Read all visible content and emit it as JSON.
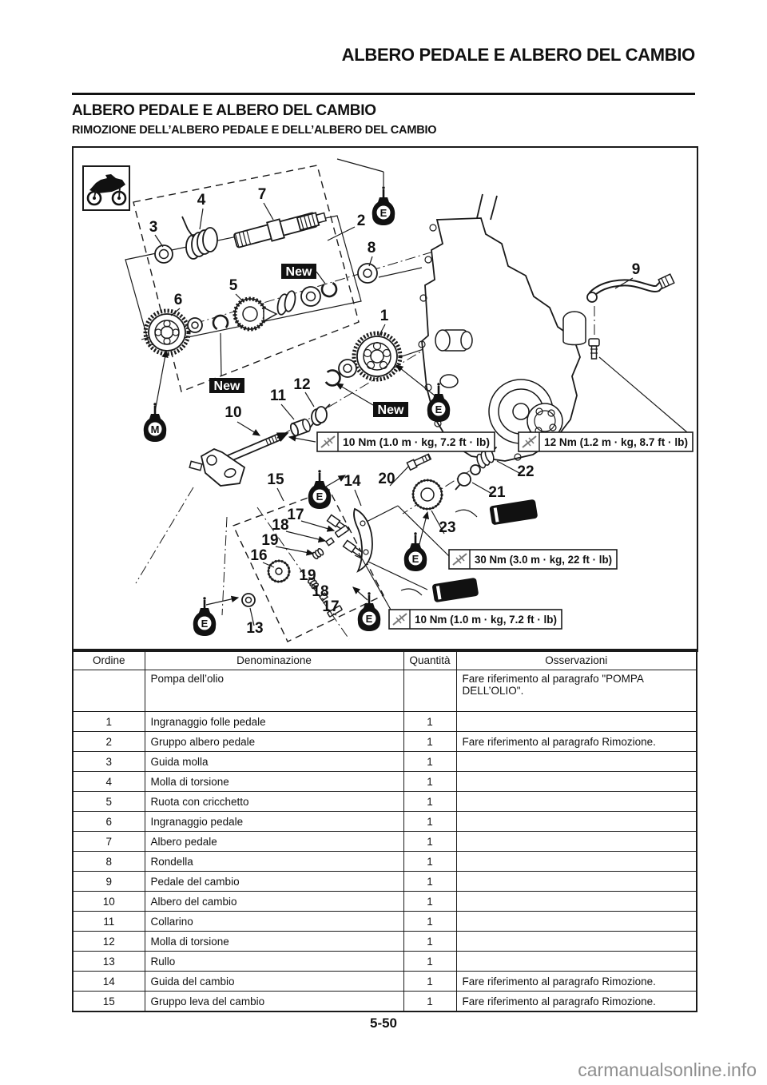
{
  "page": {
    "header_title": "ALBERO PEDALE E ALBERO DEL CAMBIO",
    "section_title": "ALBERO PEDALE E ALBERO DEL CAMBIO",
    "subsection_title": "RIMOZIONE DELL’ALBERO PEDALE E DELL’ALBERO DEL CAMBIO",
    "page_number": "5-50",
    "watermark": "carmanualsonline.info"
  },
  "diagram": {
    "part_numbers": [
      "3",
      "4",
      "7",
      "2",
      "8",
      "9",
      "5",
      "6",
      "1",
      "12",
      "11",
      "10",
      "15",
      "14",
      "20",
      "22",
      "21",
      "23",
      "17",
      "18",
      "19",
      "16",
      "19",
      "18",
      "17",
      "13"
    ],
    "new_labels": [
      "New",
      "New",
      "New"
    ],
    "oil_bottles": [
      {
        "letter": "E"
      },
      {
        "letter": "E"
      },
      {
        "letter": "E"
      },
      {
        "letter": "E"
      },
      {
        "letter": "E"
      },
      {
        "letter": "E"
      },
      {
        "letter": "M"
      }
    ],
    "torque_callouts": [
      {
        "text": "10 Nm (1.0 m · kg, 7.2 ft · lb)"
      },
      {
        "text": "12 Nm (1.2 m · kg, 8.7 ft · lb)"
      },
      {
        "text": "30 Nm (3.0 m · kg, 22 ft · lb)"
      },
      {
        "text": "10 Nm (1.0 m · kg, 7.2 ft · lb)"
      }
    ]
  },
  "table": {
    "headers": [
      "Ordine",
      "Denominazione",
      "Quantità",
      "Osservazioni"
    ],
    "rows": [
      {
        "ordine": "",
        "denominazione": "Pompa dell’olio",
        "quantita": "",
        "osservazioni": "Fare riferimento al paragrafo \"POMPA DELL’OLIO\"."
      },
      {
        "ordine": "1",
        "denominazione": "Ingranaggio folle pedale",
        "quantita": "1",
        "osservazioni": ""
      },
      {
        "ordine": "2",
        "denominazione": "Gruppo albero pedale",
        "quantita": "1",
        "osservazioni": "Fare riferimento al paragrafo Rimozione."
      },
      {
        "ordine": "3",
        "denominazione": "Guida molla",
        "quantita": "1",
        "osservazioni": ""
      },
      {
        "ordine": "4",
        "denominazione": "Molla di torsione",
        "quantita": "1",
        "osservazioni": ""
      },
      {
        "ordine": "5",
        "denominazione": "Ruota con cricchetto",
        "quantita": "1",
        "osservazioni": ""
      },
      {
        "ordine": "6",
        "denominazione": "Ingranaggio pedale",
        "quantita": "1",
        "osservazioni": ""
      },
      {
        "ordine": "7",
        "denominazione": "Albero pedale",
        "quantita": "1",
        "osservazioni": ""
      },
      {
        "ordine": "8",
        "denominazione": "Rondella",
        "quantita": "1",
        "osservazioni": ""
      },
      {
        "ordine": "9",
        "denominazione": "Pedale del cambio",
        "quantita": "1",
        "osservazioni": ""
      },
      {
        "ordine": "10",
        "denominazione": "Albero del cambio",
        "quantita": "1",
        "osservazioni": ""
      },
      {
        "ordine": "11",
        "denominazione": "Collarino",
        "quantita": "1",
        "osservazioni": ""
      },
      {
        "ordine": "12",
        "denominazione": "Molla di torsione",
        "quantita": "1",
        "osservazioni": ""
      },
      {
        "ordine": "13",
        "denominazione": "Rullo",
        "quantita": "1",
        "osservazioni": ""
      },
      {
        "ordine": "14",
        "denominazione": "Guida del cambio",
        "quantita": "1",
        "osservazioni": "Fare riferimento al paragrafo Rimozione."
      },
      {
        "ordine": "15",
        "denominazione": "Gruppo leva del cambio",
        "quantita": "1",
        "osservazioni": "Fare riferimento al paragrafo Rimozione."
      }
    ]
  }
}
